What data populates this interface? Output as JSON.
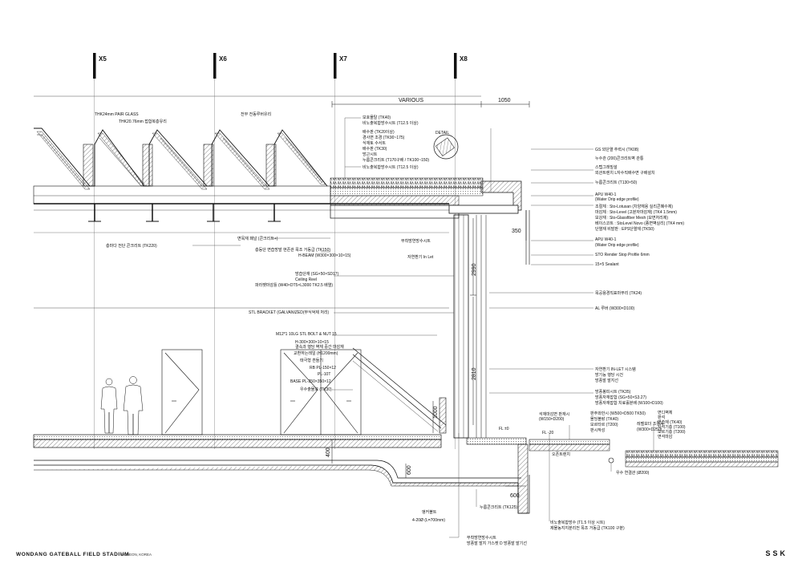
{
  "grid_axes": [
    "X5",
    "X6",
    "X7",
    "X8"
  ],
  "dimensions": {
    "various": "VARIOUS",
    "d1050": "1050",
    "d350": "350",
    "d2990": "2990",
    "d2810": "2810",
    "d1000": "1000",
    "d400": "400",
    "d600a": "600",
    "d600b": "600"
  },
  "roof_labels": {
    "glass1": "THK24mm PAIR GLASS",
    "glass2": "THK20.76mm 접합복층유리",
    "gutter": "전부 전동루버유리",
    "detail": "DETAIL"
  },
  "labels_top_center": [
    "보호몰탈 (TK40)",
    "비노출복합방수시트 (T12.5 이상)",
    "배수판 (TK20이상)",
    "경사면 조경 (TK90~175)",
    "식재토 수서트",
    "배수판 (TK30)",
    "방근시트",
    "누름콘크리트 (T170구배 / TK100~150)",
    "비노출복합방수시트 (T12.5 이상)"
  ],
  "labels_left": [
    "층마다 전단 콘크리트 (TK220)",
    "면목재 패널 (콘크리트+)",
    "층등단 면습방발 현존관 목조 거동급 (TK150)",
    "H-BEAM (W300×300×10×15)",
    "방습단재 (SG×50×SD17)",
    "Ceiling Reel",
    "파라펫마감틀 (W40×DT5×L3000 TK2.5 배열)",
    "STL BRACKET (GALVANIZED(부식억제 처리)",
    "M12*1 10LG STL BOLT & NUT 15",
    "H-300×300×10×15",
    "결속과 행당 벽체 중간 마감재",
    "교환하는레일 (H1200mm)",
    "태극형 흔들기",
    "RB PL-150×12",
    "PL-10T",
    "BASE PL-250×350×12",
    "우수출물보 (TK30)"
  ],
  "labels_right": [
    "GS 외단열 추력시 (TK08)",
    "누수관 (200)콘크리트벽 관통",
    "스텝그래빌설",
    "외관트렌치 L자수직배수면 구배설치",
    "누름콘크리트 (T130×50)",
    "APU W40-1",
    "(Water Drip edge profile)",
    "조절체 : Sto-Lotusan (차양재용 실리콘폐수제)",
    "마감체 : Sto-Level (고분자마감재) (TK4 1.5mm)",
    "보강재 : Sto-Glassfiber Mesh (모면처리제)",
    "베이스코트 : StoLevel Novo (종면벽실리) (TK4 mm)",
    "단열재 비발판 : EPS단열재 (TK50)",
    "APU W40-1",
    "(Water Drip edge profile)",
    "STO Render Stop Profile 6mm",
    "15×5 Sealant",
    "목공용경직표마무리 (TK24)",
    "AL 루버 (W300×D100)",
    "자연환기 IN-LET 시스템",
    "방기능 행당 시건",
    "방풍발 발지선",
    "방풍봉피시트 (TK35)",
    "방풍자재잡합 (SG×50×S3.27)",
    "방풍자재잡합 치료홀분배 (W100×D100)"
  ],
  "labels_mid": [
    "부착방연방수시트",
    "자연환기 In Let"
  ],
  "labels_bottom_center": [
    "석재마감면 판재시",
    "(W150×D200)",
    "판주와만시 (W500×D500 TK50)",
    "몰딩블랑 (TK40)",
    "모르타르 (T200)",
    "판시작성",
    "레벨보더 조절시",
    "(W300×D250)",
    "FL ±0",
    "FL -20",
    "오픈트렌치",
    "우수 연결관 (Ø200)",
    "비노출복합방수 (T1.5 이상 시트)",
    "제물농지지분리전 목조 거동급 (TK100 구분)",
    "누름콘크리트 (TK125)",
    "앵커볼트",
    "4-20Ø (L=700mm)",
    "부착방연방수시트",
    "방풍발 발지 가스켓 D 방풍발 발기선",
    "면디벽체",
    "판석",
    "면습재 (TK40)",
    "사석기층 (T100)",
    "모르기층 (T200)",
    "면석마감"
  ],
  "footer": {
    "title": "WONDANG GATEBALL FIELD STADIUM",
    "subtitle": "INCHEON, KOREA",
    "brand": "SSK"
  }
}
